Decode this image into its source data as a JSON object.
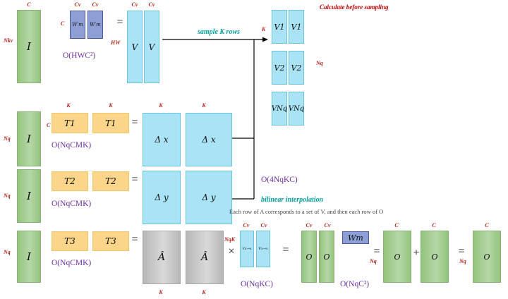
{
  "title": "Calculate before sampling",
  "dim": {
    "C": "C",
    "Cv": "Cv",
    "K": "K",
    "Nkv": "Nkv",
    "Nq": "Nq",
    "HW": "HW",
    "NqK": "NqK"
  },
  "symbols": {
    "I": "I",
    "V": "V",
    "V1": "V1",
    "V2": "V2",
    "VNq": "VNq",
    "Wm_prime": "W′m",
    "T1": "T1",
    "T2": "T2",
    "T3": "T3",
    "dx": "Δ x",
    "dy": "Δ y",
    "A_hat": "Â",
    "Vx": "Vx→x",
    "Vy": "Vx→x",
    "O": "O",
    "Wm": "Wm",
    "eq": "=",
    "times": "×",
    "plus": "+"
  },
  "costs": {
    "top": "O(HWC²)",
    "row1": "O(NqCMK)",
    "row2": "O(NqCMK)",
    "row3": "O(NqCMK)",
    "bilinear": "O(4NqKC)",
    "weighted": "O(NqKC)",
    "proj": "O(NqC²)"
  },
  "notes": {
    "sample": "sample K rows",
    "bilinear": "bilinear interpolation",
    "gray": "Each row of A corresponds to a set of V, and then each row of O"
  }
}
